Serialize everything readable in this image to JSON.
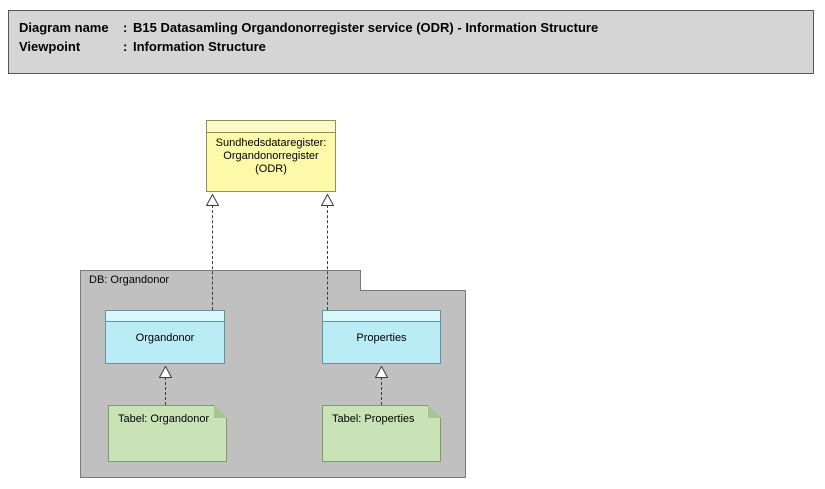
{
  "header": {
    "rows": [
      {
        "label": "Diagram name",
        "sep": ":",
        "value": "B15 Datasamling Organdonorregister service (ODR) - Information Structure"
      },
      {
        "label": "Viewpoint",
        "sep": ":",
        "value": "Information Structure"
      }
    ]
  },
  "diagram": {
    "registry_node": {
      "label": "Sundhedsdataregister:\nOrgandonorregister\n(ODR)"
    },
    "group": {
      "label": "DB: Organdonor"
    },
    "entities": [
      {
        "label": "Organdonor"
      },
      {
        "label": "Properties"
      }
    ],
    "tables": [
      {
        "label": "Tabel: Organdonor"
      },
      {
        "label": "Tabel: Properties"
      }
    ],
    "relationships": [
      {
        "from": "Organdonor",
        "to": "Sundhedsdataregister: Organdonorregister (ODR)",
        "type": "realization",
        "line": "dashed",
        "arrowhead": "hollow-triangle"
      },
      {
        "from": "Properties",
        "to": "Sundhedsdataregister: Organdonorregister (ODR)",
        "type": "realization",
        "line": "dashed",
        "arrowhead": "hollow-triangle"
      },
      {
        "from": "Tabel: Organdonor",
        "to": "Organdonor",
        "type": "realization",
        "line": "dashed",
        "arrowhead": "hollow-triangle"
      },
      {
        "from": "Tabel: Properties",
        "to": "Properties",
        "type": "realization",
        "line": "dashed",
        "arrowhead": "hollow-triangle"
      }
    ],
    "colors": {
      "header_fill": "#d5d5d5",
      "registry_fill": "#fcf9a8",
      "entity_fill": "#b9ecf5",
      "table_fill": "#c9e3b6",
      "group_fill": "#c0c0c0"
    }
  }
}
